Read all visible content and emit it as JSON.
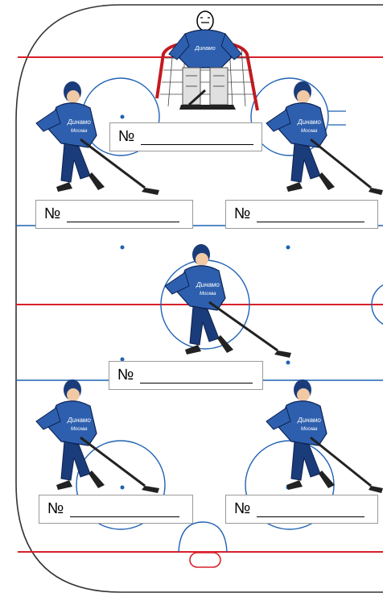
{
  "rink": {
    "colors": {
      "board": "#333333",
      "red_line": "#d8202a",
      "blue_line": "#1f62b4",
      "dot": "#1f62b4",
      "jersey": "#2d5fae",
      "jersey_dark": "#1b3c7a"
    }
  },
  "jersey_text": "Динамо Москва",
  "labels": [
    {
      "prefix": "№",
      "blank": "_______________"
    },
    {
      "prefix": "№",
      "blank": "_______________"
    },
    {
      "prefix": "№",
      "blank": "_______________"
    },
    {
      "prefix": "№",
      "blank": "_______________"
    },
    {
      "prefix": "№",
      "blank": "_______________"
    },
    {
      "prefix": "№",
      "blank": "_______________"
    }
  ],
  "players": [
    {
      "role": "goalie"
    },
    {
      "role": "left-defender"
    },
    {
      "role": "right-defender"
    },
    {
      "role": "center-forward"
    },
    {
      "role": "left-wing"
    },
    {
      "role": "right-wing"
    }
  ]
}
